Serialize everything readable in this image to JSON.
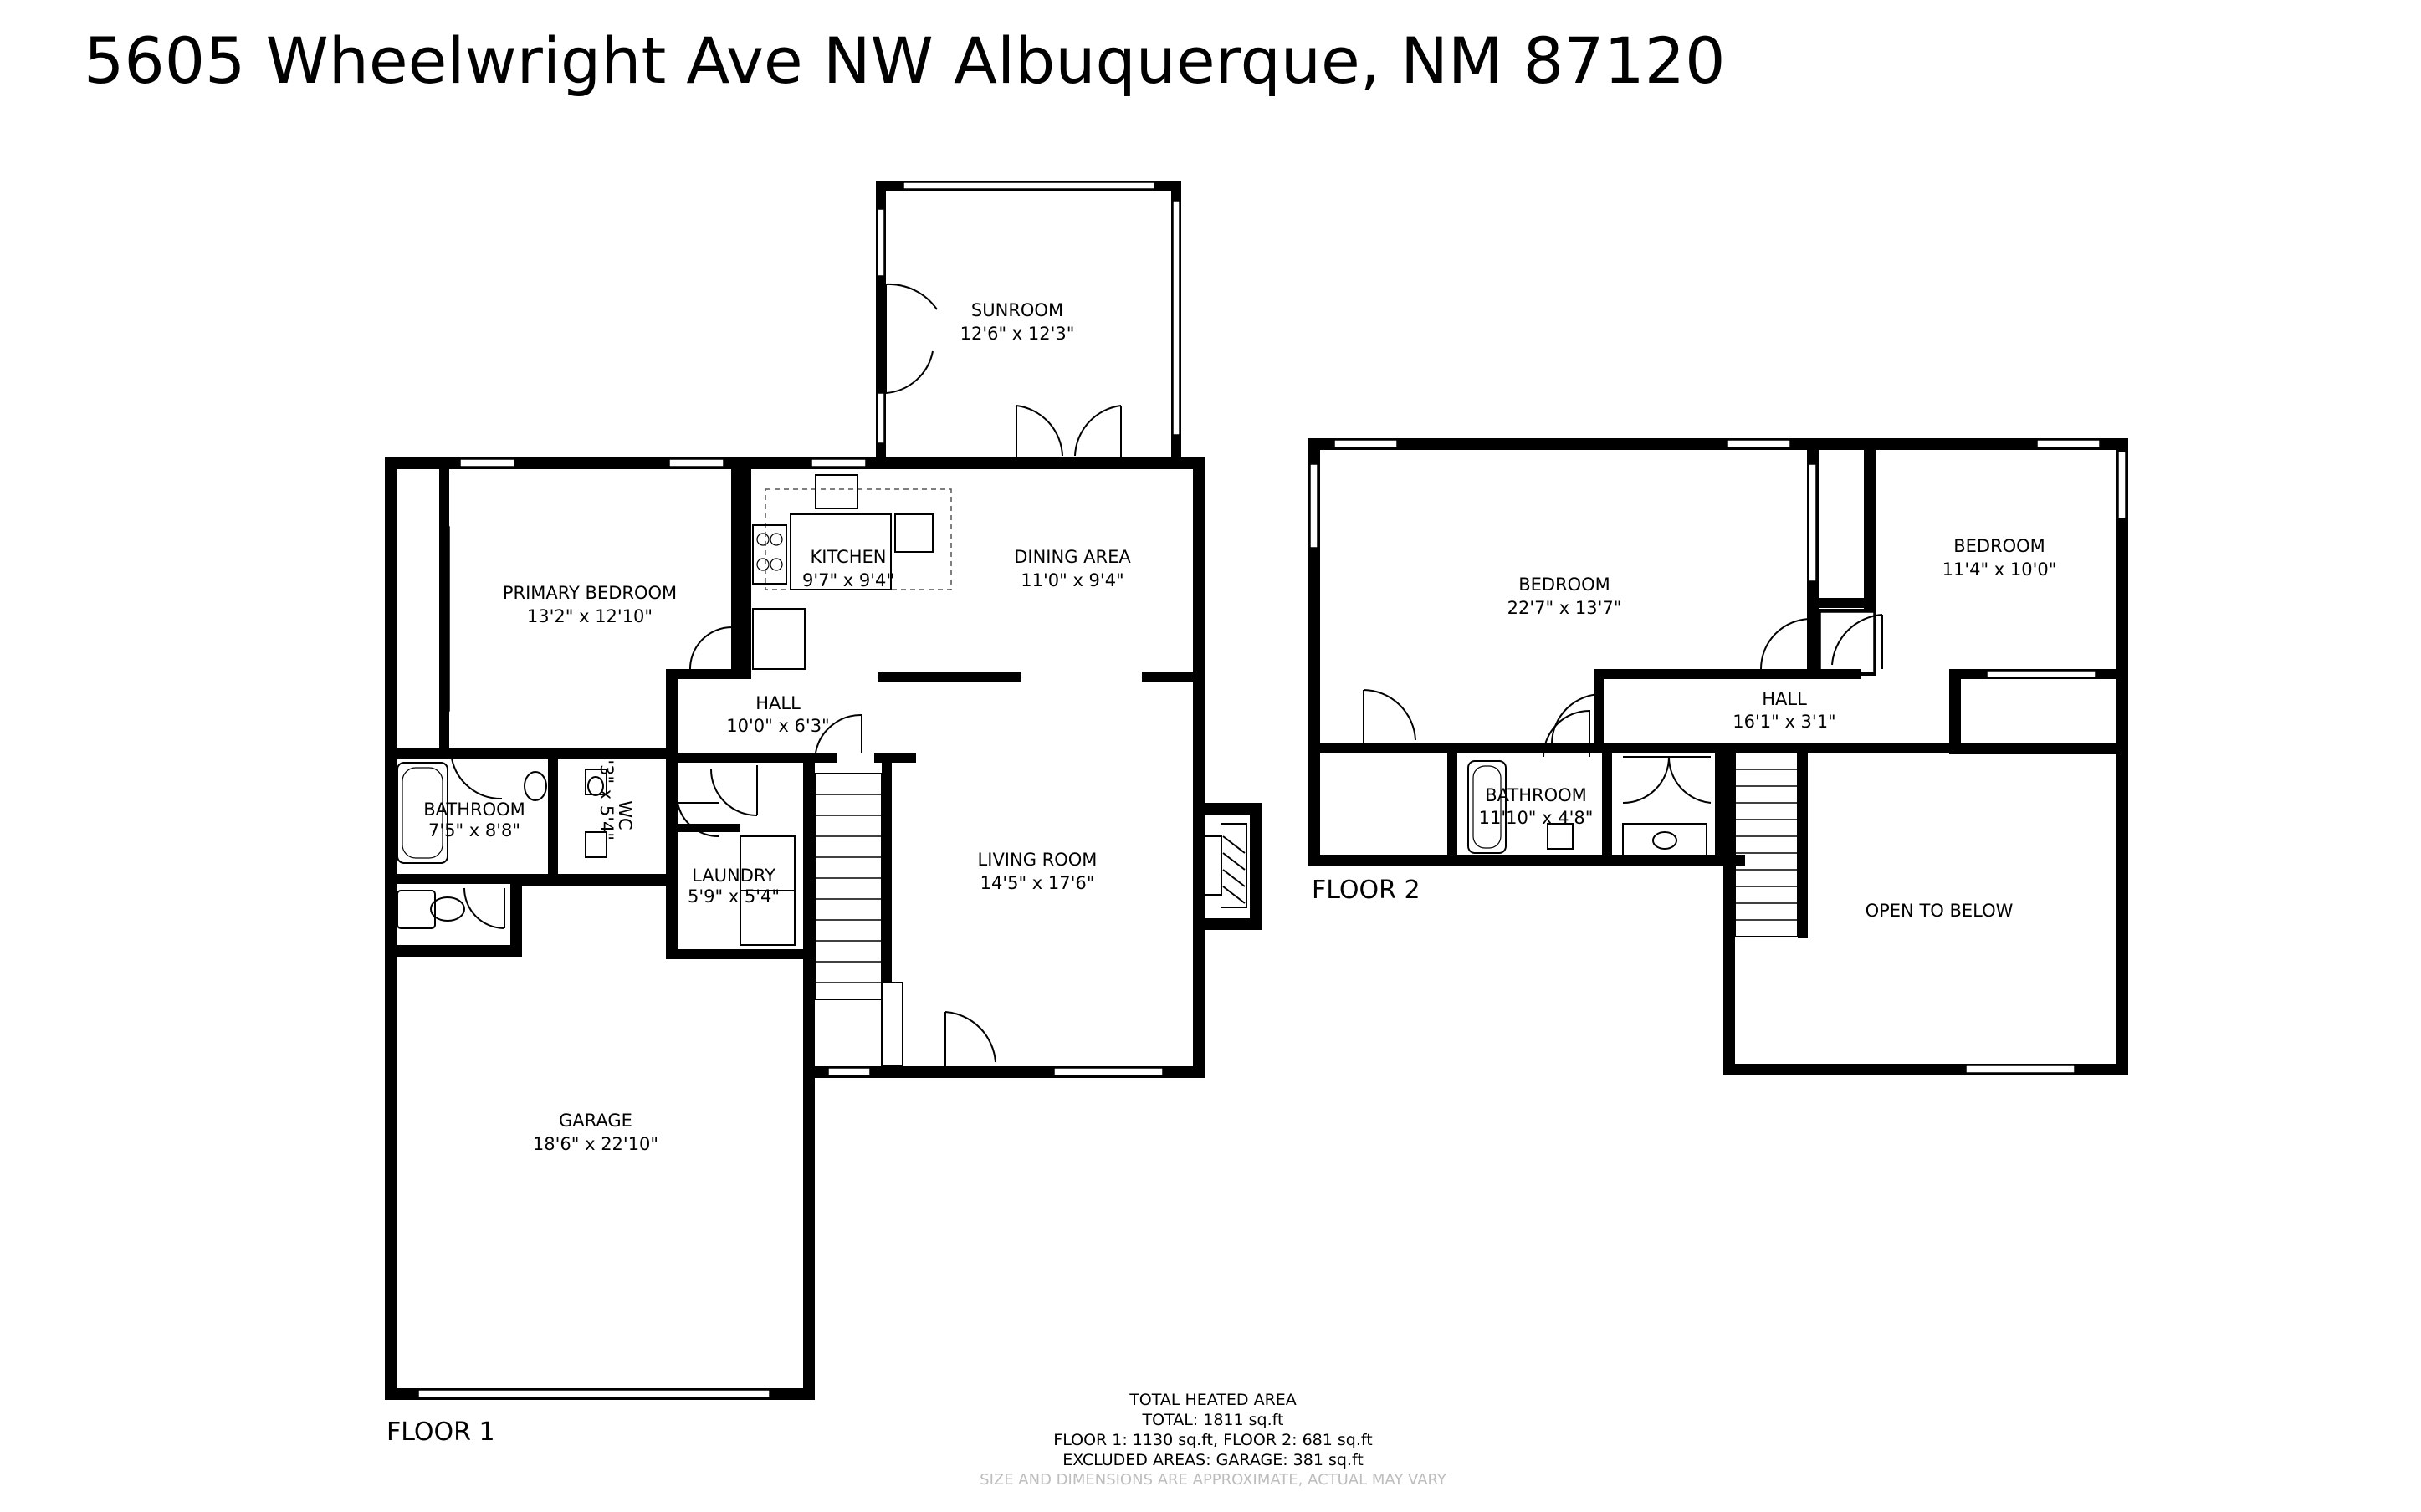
{
  "title": "5605 Wheelwright Ave NW Albuquerque, NM 87120",
  "floors": [
    {
      "label": "FLOOR 1",
      "rooms": [
        {
          "name": "SUNROOM",
          "dims": "12'6\" x 12'3\""
        },
        {
          "name": "PRIMARY BEDROOM",
          "dims": "13'2\" x 12'10\""
        },
        {
          "name": "KITCHEN",
          "dims": "9'7\" x 9'4\""
        },
        {
          "name": "DINING AREA",
          "dims": "11'0\" x 9'4\""
        },
        {
          "name": "HALL",
          "dims": "10'0\" x 6'3\""
        },
        {
          "name": "BATHROOM",
          "dims": "7'5\" x 8'8\""
        },
        {
          "name": "WC",
          "dims": "4'3\" x 5'4\""
        },
        {
          "name": "LAUNDRY",
          "dims": "5'9\" x 5'4\""
        },
        {
          "name": "LIVING ROOM",
          "dims": "14'5\" x 17'6\""
        },
        {
          "name": "GARAGE",
          "dims": "18'6\" x 22'10\""
        }
      ]
    },
    {
      "label": "FLOOR 2",
      "rooms": [
        {
          "name": "BEDROOM",
          "dims": "22'7\" x 13'7\""
        },
        {
          "name": "BEDROOM",
          "dims": "11'4\" x 10'0\""
        },
        {
          "name": "HALL",
          "dims": "16'1\" x 3'1\""
        },
        {
          "name": "BATHROOM",
          "dims": "11'10\" x 4'8\""
        },
        {
          "name": "OPEN TO BELOW",
          "dims": ""
        }
      ]
    }
  ],
  "summary": {
    "heading": "TOTAL HEATED AREA",
    "total": "TOTAL: 1811 sq.ft",
    "floors": "FLOOR 1: 1130 sq.ft, FLOOR 2: 681 sq.ft",
    "excluded": "EXCLUDED AREAS: GARAGE: 381 sq.ft",
    "note": "SIZE AND DIMENSIONS ARE APPROXIMATE, ACTUAL MAY VARY"
  }
}
